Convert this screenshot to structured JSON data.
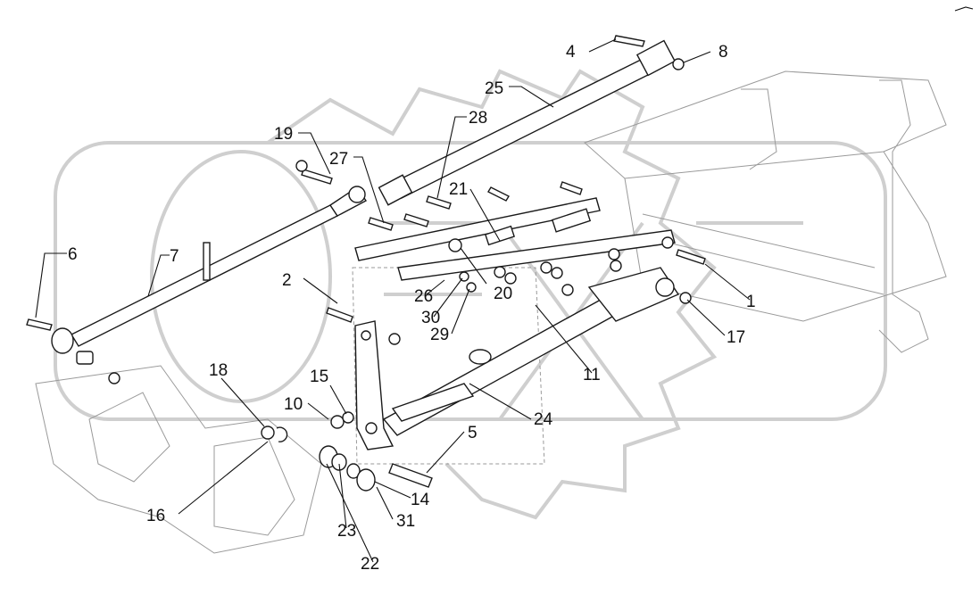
{
  "diagram": {
    "callouts": [
      {
        "id": "c1",
        "label": "1"
      },
      {
        "id": "c2",
        "label": "2"
      },
      {
        "id": "c4",
        "label": "4"
      },
      {
        "id": "c5",
        "label": "5"
      },
      {
        "id": "c6",
        "label": "6"
      },
      {
        "id": "c7",
        "label": "7"
      },
      {
        "id": "c8",
        "label": "8"
      },
      {
        "id": "c10",
        "label": "10"
      },
      {
        "id": "c11",
        "label": "11"
      },
      {
        "id": "c14",
        "label": "14"
      },
      {
        "id": "c15",
        "label": "15"
      },
      {
        "id": "c16",
        "label": "16"
      },
      {
        "id": "c17",
        "label": "17"
      },
      {
        "id": "c18",
        "label": "18"
      },
      {
        "id": "c19",
        "label": "19"
      },
      {
        "id": "c20",
        "label": "20"
      },
      {
        "id": "c21",
        "label": "21"
      },
      {
        "id": "c22",
        "label": "22"
      },
      {
        "id": "c23",
        "label": "23"
      },
      {
        "id": "c24",
        "label": "24"
      },
      {
        "id": "c25",
        "label": "25"
      },
      {
        "id": "c26",
        "label": "26"
      },
      {
        "id": "c27",
        "label": "27"
      },
      {
        "id": "c28",
        "label": "28"
      },
      {
        "id": "c29",
        "label": "29"
      },
      {
        "id": "c30",
        "label": "30"
      },
      {
        "id": "c31",
        "label": "31"
      }
    ],
    "watermark_color": "#cfcfcf",
    "line_color": "#1a1a1a"
  }
}
